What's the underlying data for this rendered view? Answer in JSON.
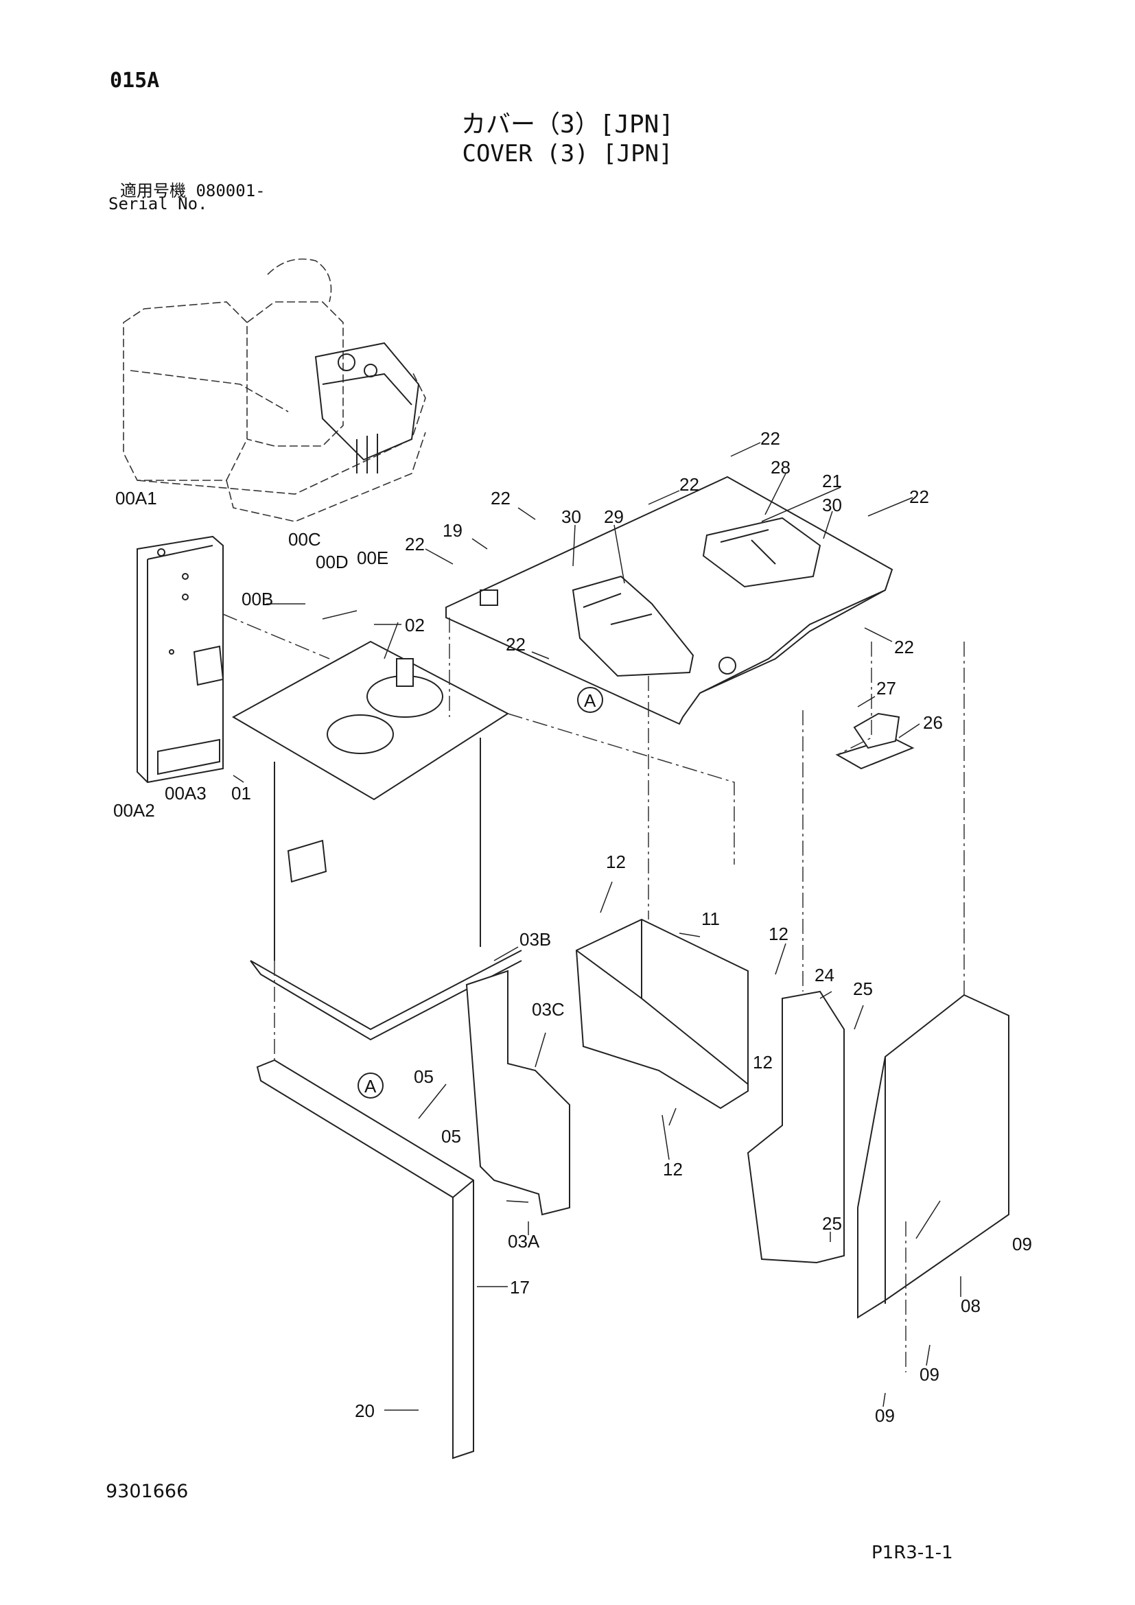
{
  "header": {
    "page_code": "015A",
    "title_jp": "カバー（3）[JPN]",
    "title_en": "COVER (3) [JPN]",
    "serial_jp": "適用号機  080001-",
    "serial_en": "Serial No."
  },
  "footer": {
    "doc_number": "9301666",
    "page_ref": "P1R3-1-1"
  },
  "callouts": [
    {
      "id": "c22a",
      "label": "22"
    },
    {
      "id": "c28",
      "label": "28"
    },
    {
      "id": "c21",
      "label": "21"
    },
    {
      "id": "c30a",
      "label": "30"
    },
    {
      "id": "c22b",
      "label": "22"
    },
    {
      "id": "c22c",
      "label": "22"
    },
    {
      "id": "c22d",
      "label": "22"
    },
    {
      "id": "c30b",
      "label": "30"
    },
    {
      "id": "c29",
      "label": "29"
    },
    {
      "id": "c19",
      "label": "19"
    },
    {
      "id": "c22e",
      "label": "22"
    },
    {
      "id": "c00A1",
      "label": "00A1"
    },
    {
      "id": "c00C",
      "label": "00C"
    },
    {
      "id": "c00D",
      "label": "00D"
    },
    {
      "id": "c00E",
      "label": "00E"
    },
    {
      "id": "c00B",
      "label": "00B"
    },
    {
      "id": "c02",
      "label": "02"
    },
    {
      "id": "c22f",
      "label": "22"
    },
    {
      "id": "c22g",
      "label": "22"
    },
    {
      "id": "cA1",
      "label": "A"
    },
    {
      "id": "c27",
      "label": "27"
    },
    {
      "id": "c26",
      "label": "26"
    },
    {
      "id": "c01",
      "label": "01"
    },
    {
      "id": "c00A2",
      "label": "00A2"
    },
    {
      "id": "c00A3",
      "label": "00A3"
    },
    {
      "id": "c12a",
      "label": "12"
    },
    {
      "id": "c11",
      "label": "11"
    },
    {
      "id": "c12b",
      "label": "12"
    },
    {
      "id": "c24",
      "label": "24"
    },
    {
      "id": "c25a",
      "label": "25"
    },
    {
      "id": "c03B",
      "label": "03B"
    },
    {
      "id": "c03C",
      "label": "03C"
    },
    {
      "id": "c05a",
      "label": "05"
    },
    {
      "id": "c05b",
      "label": "05"
    },
    {
      "id": "cA2",
      "label": "A"
    },
    {
      "id": "c12c",
      "label": "12"
    },
    {
      "id": "c12d",
      "label": "12"
    },
    {
      "id": "c25b",
      "label": "25"
    },
    {
      "id": "c09a",
      "label": "09"
    },
    {
      "id": "c03A",
      "label": "03A"
    },
    {
      "id": "c17",
      "label": "17"
    },
    {
      "id": "c08",
      "label": "08"
    },
    {
      "id": "c09b",
      "label": "09"
    },
    {
      "id": "c09c",
      "label": "09"
    },
    {
      "id": "c20",
      "label": "20"
    }
  ]
}
